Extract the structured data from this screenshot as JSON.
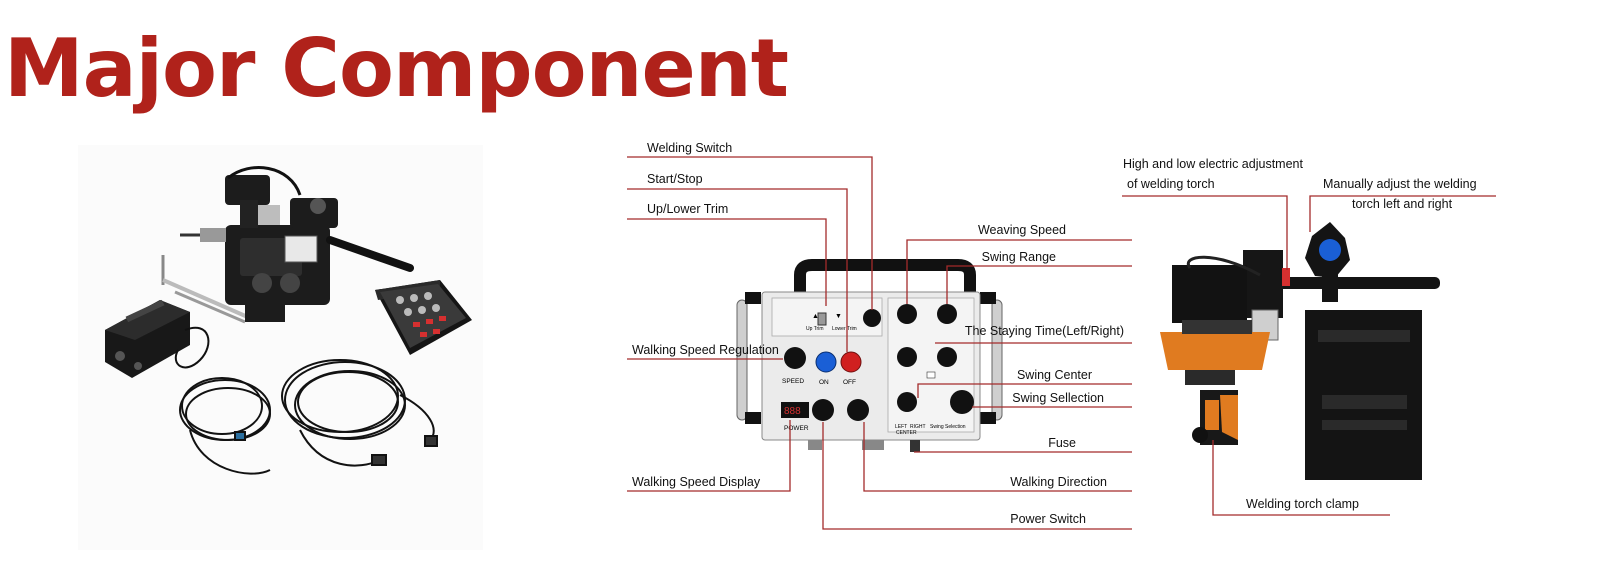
{
  "page": {
    "title": "Major Component"
  },
  "colors": {
    "title": "#b0221b",
    "leader": "#a32b2b",
    "knob_blue": "#1a5fd6",
    "knob_red": "#d02020",
    "orange_part": "#e07b20",
    "led": "#d63030"
  },
  "control_box": {
    "labels_left": {
      "welding_switch": "Welding Switch",
      "start_stop": "Start/Stop",
      "up_lower_trim": "Up/Lower Trim",
      "walking_speed_regulation": "Walking Speed Regulation",
      "walking_speed_display": "Walking Speed Display"
    },
    "labels_right": {
      "weaving_speed": "Weaving Speed",
      "swing_range": "Swing Range",
      "staying_time": "The Staying Time(Left/Right)",
      "swing_center": "Swing Center",
      "swing_selection": "Swing Sellection",
      "fuse": "Fuse",
      "walking_direction": "Walking Direction",
      "power_switch": "Power Switch"
    },
    "panel_text": {
      "up_trim": "Up Trim",
      "lower_trim": "Lower Trim",
      "speed": "SPEED",
      "on": "ON",
      "off": "OFF",
      "power": "POWER",
      "left": "LEFT",
      "right": "RIGHT",
      "center": "CENTER",
      "swing_selection": "Swing Selection",
      "led_value": "888"
    }
  },
  "carriage": {
    "high_low_adjustment_line1": "High and low electric adjustment",
    "high_low_adjustment_line2": "of welding torch",
    "manual_adjust_line1": "Manually adjust the welding",
    "manual_adjust_line2": "torch left and right",
    "torch_clamp": "Welding torch clamp"
  }
}
